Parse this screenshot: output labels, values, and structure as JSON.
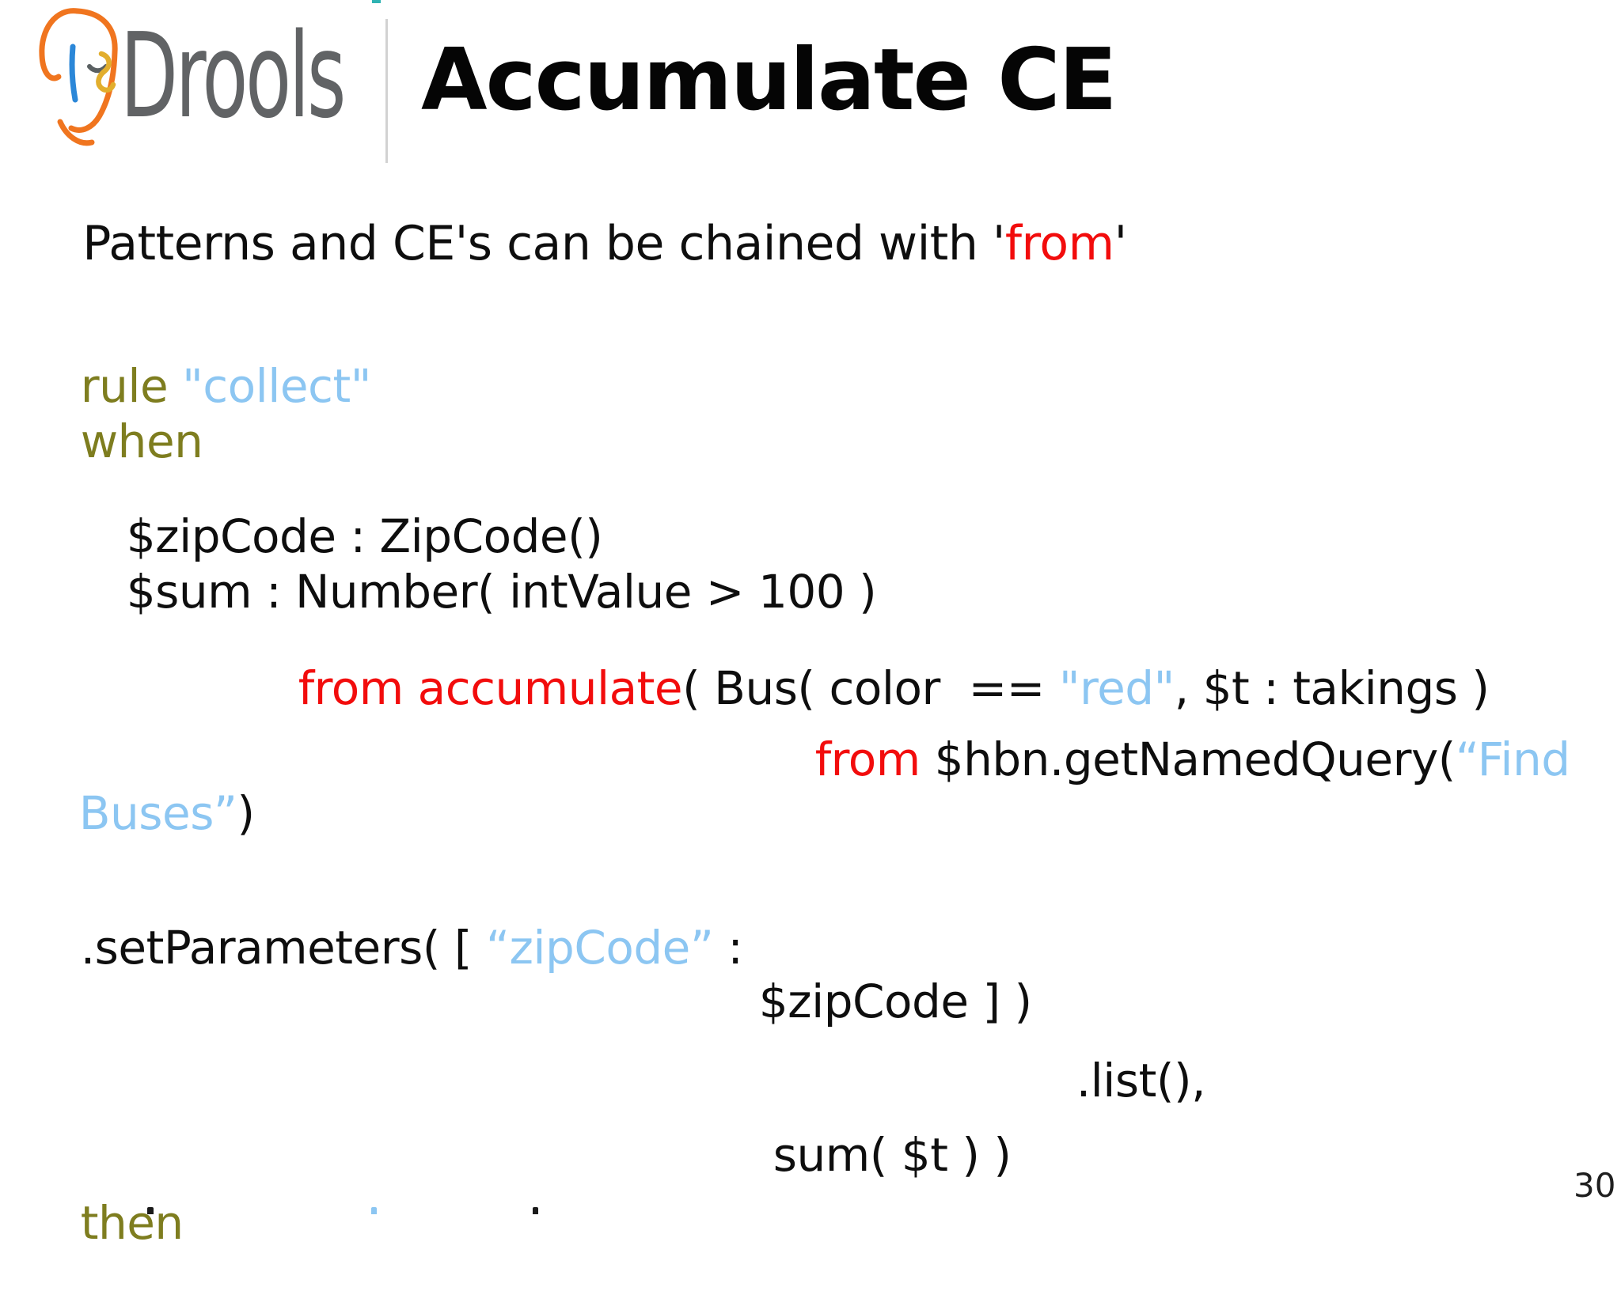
{
  "header": {
    "brand": "Drools",
    "title": "Accumulate CE"
  },
  "intro": {
    "text_before": "Patterns and CE's can be chained with '",
    "keyword": "from",
    "text_after": "'"
  },
  "code": {
    "lines": [
      {
        "segments": [
          {
            "style": "keyword",
            "text": "rule "
          },
          {
            "style": "string",
            "text": "\"collect\""
          }
        ]
      },
      {
        "segments": [
          {
            "style": "keyword",
            "text": "when"
          }
        ]
      },
      {
        "segments": [
          {
            "style": "plain",
            "text": "$zipCode : ZipCode()"
          }
        ]
      },
      {
        "segments": [
          {
            "style": "plain",
            "text": "$sum : Number( intValue > 100 )"
          }
        ]
      },
      {
        "segments": [
          {
            "style": "accent",
            "text": "from accumulate"
          },
          {
            "style": "plain",
            "text": "( Bus( color  == "
          },
          {
            "style": "string",
            "text": "\"red\""
          },
          {
            "style": "plain",
            "text": ", $t : takings )"
          }
        ]
      },
      {
        "segments": [
          {
            "style": "accent",
            "text": "from"
          },
          {
            "style": "plain",
            "text": " $hbn.getNamedQuery("
          },
          {
            "style": "string",
            "text": "“Find"
          }
        ]
      },
      {
        "segments": [
          {
            "style": "string",
            "text": "Buses”"
          },
          {
            "style": "plain",
            "text": ")"
          }
        ]
      },
      {
        "segments": [
          {
            "style": "plain",
            "text": ".setParameters( [ "
          },
          {
            "style": "string",
            "text": "“zipCode”"
          },
          {
            "style": "plain",
            "text": " :"
          }
        ]
      },
      {
        "segments": [
          {
            "style": "plain",
            "text": "$zipCode ] )"
          }
        ]
      },
      {
        "segments": [
          {
            "style": "plain",
            "text": ".list(),"
          }
        ]
      },
      {
        "segments": [
          {
            "style": "plain",
            "text": "sum( $t ) )"
          }
        ]
      },
      {
        "segments": [
          {
            "style": "keyword",
            "text": "then"
          }
        ]
      }
    ]
  },
  "footer": {
    "page_number": "30"
  },
  "colors": {
    "keyword_olive": "#7e7d1f",
    "string_blue": "#8cc6f2",
    "accent_red": "#f20c0c",
    "text_black": "#0e0e0e",
    "brand_gray": "#616365",
    "divider_gray": "#d2d2d2",
    "logo_orange": "#f0751f",
    "logo_blue": "#2b87d8",
    "logo_yellow": "#e2ae2d",
    "logo_eye_gray": "#5a6062"
  }
}
